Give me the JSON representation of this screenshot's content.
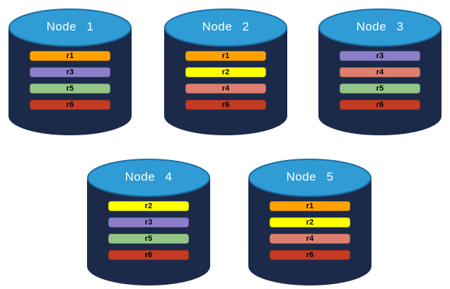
{
  "diagram": {
    "description_colors": {
      "cylinder_body": "#1C2A4A",
      "cylinder_top": "#2F9CD6",
      "cylinder_top_border": "#1C6FA5",
      "node_title_text": "#FFFFFF",
      "bar_text": "#000000",
      "background": "#FFFFFF"
    },
    "nodes": [
      {
        "title": "Node 1",
        "replicas": [
          {
            "label": "r1",
            "color": "#FFA200"
          },
          {
            "label": "r3",
            "color": "#8C7EC8"
          },
          {
            "label": "r5",
            "color": "#93C587"
          },
          {
            "label": "r6",
            "color": "#C43A22"
          }
        ]
      },
      {
        "title": "Node 2",
        "replicas": [
          {
            "label": "r1",
            "color": "#FFA200"
          },
          {
            "label": "r2",
            "color": "#FFFF00"
          },
          {
            "label": "r4",
            "color": "#DC7F6E"
          },
          {
            "label": "r6",
            "color": "#C43A22"
          }
        ]
      },
      {
        "title": "Node 3",
        "replicas": [
          {
            "label": "r3",
            "color": "#8C7EC8"
          },
          {
            "label": "r4",
            "color": "#DC7F6E"
          },
          {
            "label": "r5",
            "color": "#93C587"
          },
          {
            "label": "r6",
            "color": "#C43A22"
          }
        ]
      },
      {
        "title": "Node 4",
        "replicas": [
          {
            "label": "r2",
            "color": "#FFFF00"
          },
          {
            "label": "r3",
            "color": "#8C7EC8"
          },
          {
            "label": "r5",
            "color": "#93C587"
          },
          {
            "label": "r6",
            "color": "#C43A22"
          }
        ]
      },
      {
        "title": "Node 5",
        "replicas": [
          {
            "label": "r1",
            "color": "#FFA200"
          },
          {
            "label": "r2",
            "color": "#FFFF00"
          },
          {
            "label": "r4",
            "color": "#DC7F6E"
          },
          {
            "label": "r6",
            "color": "#C43A22"
          }
        ]
      }
    ]
  }
}
